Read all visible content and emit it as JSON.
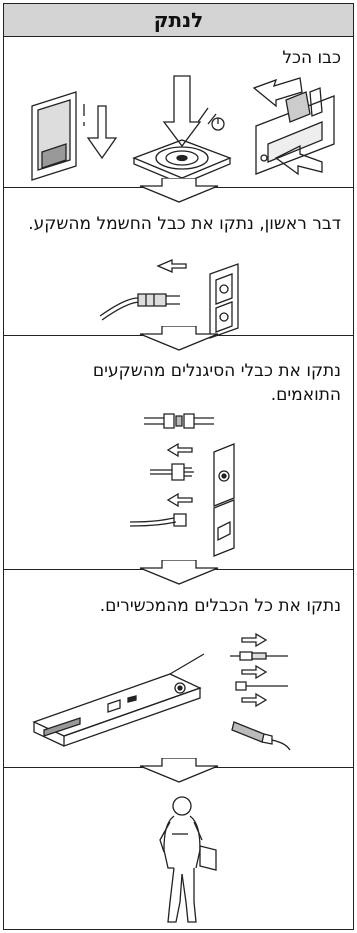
{
  "title": "לנתק",
  "steps": [
    {
      "text": "כבו הכל",
      "icon": "power-off-illustration"
    },
    {
      "text": "דבר ראשון, נתקו את כבל החשמל מהשקע.",
      "icon": "power-cord-unplug-illustration"
    },
    {
      "text": "נתקו את כבלי הסיגנלים מהשקעים התואמים.",
      "icon": "signal-cables-unplug-illustration"
    },
    {
      "text": "נתקו את כל הכבלים מהמכשירים.",
      "icon": "device-cables-unplug-illustration"
    },
    {
      "text": "",
      "icon": "person-walking-away-illustration"
    }
  ],
  "flow_arrow_icon": "down-arrow-icon"
}
